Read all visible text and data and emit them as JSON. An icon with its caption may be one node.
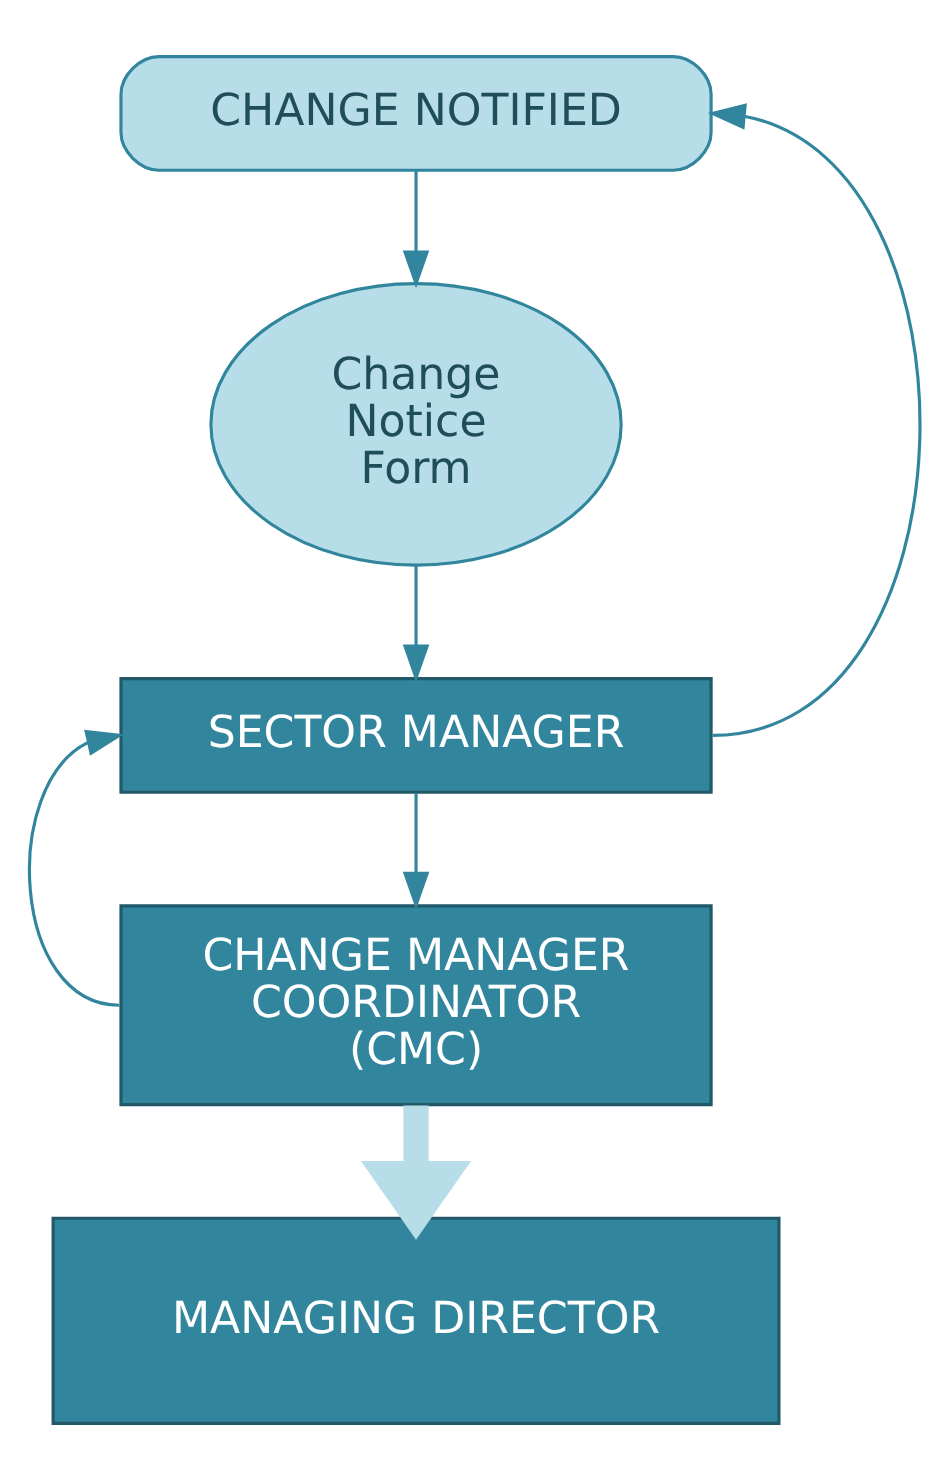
{
  "diagram": {
    "nodes": [
      {
        "text": [
          "CHANGE NOTIFIED"
        ]
      },
      {
        "text": [
          "Change Notice Form"
        ]
      },
      {
        "text": [
          "SECTOR MANAGER"
        ]
      },
      {
        "text": [
          "CHANGE MANAGER COORDINATOR (CMC)"
        ]
      },
      {
        "text": [
          "MANAGING DIRECTOR"
        ]
      }
    ],
    "edges": [
      {
        "from": 0,
        "to": 1,
        "arrow": "to"
      },
      {
        "from": 1,
        "to": 2,
        "arrow": "to"
      },
      {
        "from": 2,
        "to": 3,
        "arrow": "to"
      },
      {
        "from": 3,
        "to": 2,
        "arrow": "to"
      },
      {
        "from": 2,
        "to": 0,
        "arrow": "to"
      },
      {
        "from": 3,
        "to": 4,
        "arrow": "to",
        "style": "thick",
        "color": "#b7dde8"
      }
    ]
  }
}
